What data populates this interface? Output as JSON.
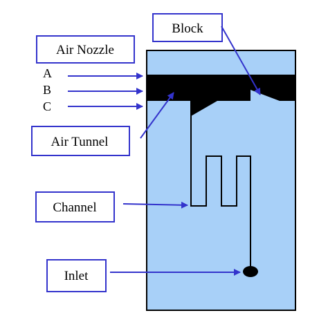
{
  "labels": {
    "block": "Block",
    "air_nozzle": "Air Nozzle",
    "air_tunnel": "Air Tunnel",
    "channel": "Channel",
    "inlet": "Inlet"
  },
  "nozzle_letters": [
    "A",
    "B",
    "C"
  ],
  "colors": {
    "device_fill": "#a8d0f8",
    "device_outline": "#000000",
    "arrow": "#3333cc",
    "label_box_border": "#3333cc",
    "features": "#000000"
  }
}
